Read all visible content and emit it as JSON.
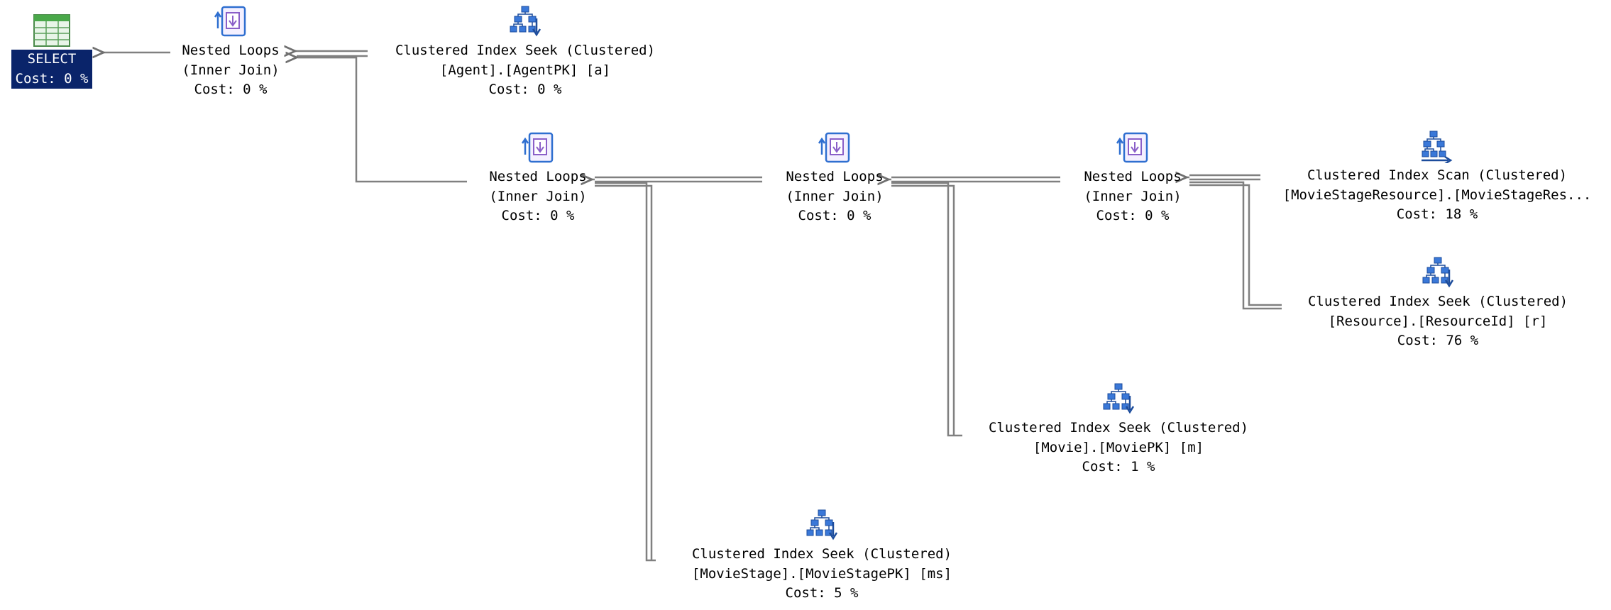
{
  "plan": {
    "select": {
      "label": "SELECT",
      "cost": "Cost: 0 %"
    },
    "nested_loops_1": {
      "name": "Nested Loops",
      "join": "(Inner Join)",
      "cost": "Cost: 0 %"
    },
    "seek_agent": {
      "name": "Clustered Index Seek (Clustered)",
      "object": "[Agent].[AgentPK] [a]",
      "cost": "Cost: 0 %"
    },
    "nested_loops_2": {
      "name": "Nested Loops",
      "join": "(Inner Join)",
      "cost": "Cost: 0 %"
    },
    "nested_loops_3": {
      "name": "Nested Loops",
      "join": "(Inner Join)",
      "cost": "Cost: 0 %"
    },
    "nested_loops_4": {
      "name": "Nested Loops",
      "join": "(Inner Join)",
      "cost": "Cost: 0 %"
    },
    "scan_moviestageresource": {
      "name": "Clustered Index Scan (Clustered)",
      "object": "[MovieStageResource].[MovieStageRes...",
      "cost": "Cost: 18 %"
    },
    "seek_resource": {
      "name": "Clustered Index Seek (Clustered)",
      "object": "[Resource].[ResourceId] [r]",
      "cost": "Cost: 76 %"
    },
    "seek_movie": {
      "name": "Clustered Index Seek (Clustered)",
      "object": "[Movie].[MoviePK] [m]",
      "cost": "Cost: 1 %"
    },
    "seek_moviestage": {
      "name": "Clustered Index Seek (Clustered)",
      "object": "[MovieStage].[MovieStagePK] [ms]",
      "cost": "Cost: 5 %"
    }
  }
}
